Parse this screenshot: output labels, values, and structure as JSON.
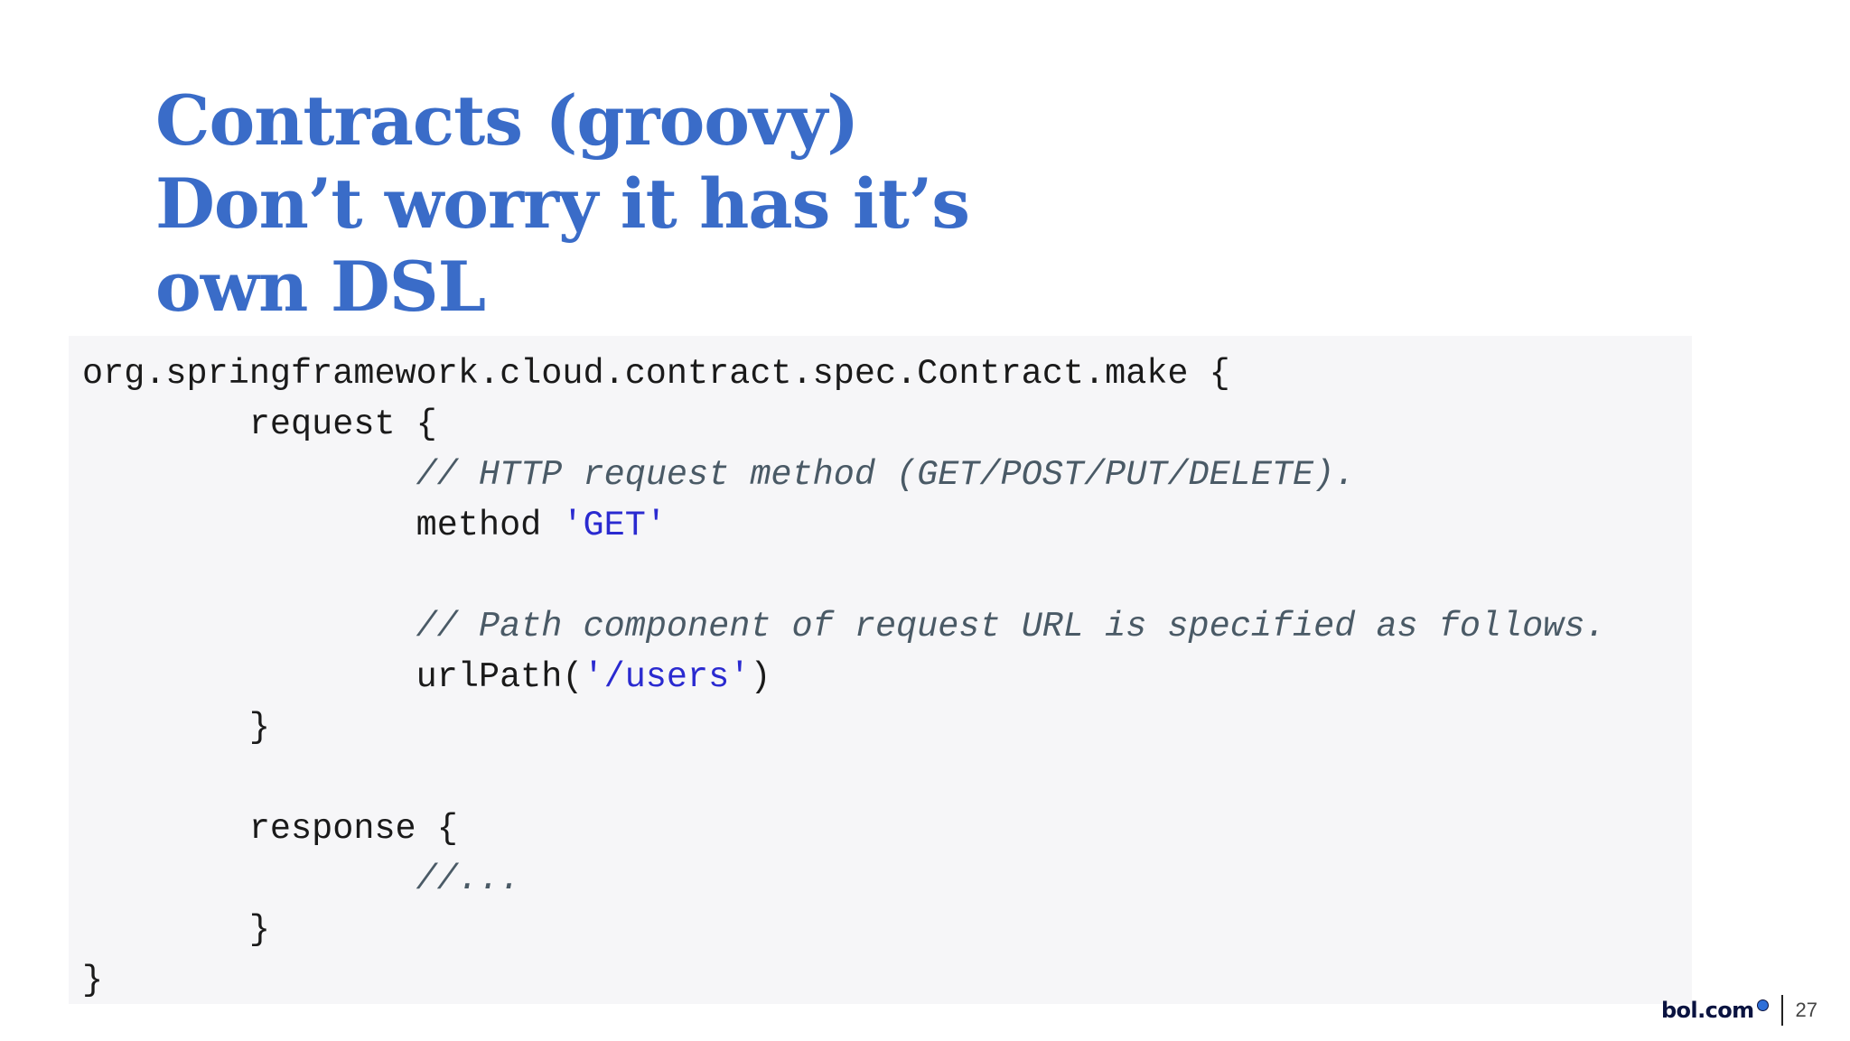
{
  "slide": {
    "title_lines": [
      "Contracts (groovy)",
      "Don’t worry it has it’s",
      "own DSL"
    ],
    "code_lines": [
      [
        {
          "t": "org.springframework.cloud.contract.spec.Contract.make {",
          "k": "plain"
        }
      ],
      [
        {
          "t": "        request {",
          "k": "plain"
        }
      ],
      [
        {
          "t": "                ",
          "k": "plain"
        },
        {
          "t": "// HTTP request method (GET/POST/PUT/DELETE).",
          "k": "comment"
        }
      ],
      [
        {
          "t": "                method ",
          "k": "plain"
        },
        {
          "t": "'GET'",
          "k": "string"
        }
      ],
      [
        {
          "t": "",
          "k": "plain"
        }
      ],
      [
        {
          "t": "                ",
          "k": "plain"
        },
        {
          "t": "// Path component of request URL is specified as follows.",
          "k": "comment"
        }
      ],
      [
        {
          "t": "                urlPath(",
          "k": "plain"
        },
        {
          "t": "'/users'",
          "k": "string"
        },
        {
          "t": ")",
          "k": "plain"
        }
      ],
      [
        {
          "t": "        }",
          "k": "plain"
        }
      ],
      [
        {
          "t": "",
          "k": "plain"
        }
      ],
      [
        {
          "t": "        response {",
          "k": "plain"
        }
      ],
      [
        {
          "t": "                ",
          "k": "plain"
        },
        {
          "t": "//...",
          "k": "comment"
        }
      ],
      [
        {
          "t": "        }",
          "k": "plain"
        }
      ],
      [
        {
          "t": "}",
          "k": "plain"
        }
      ]
    ]
  },
  "footer": {
    "logo_text": "bol.com",
    "page_number": "27"
  },
  "colors": {
    "title": "#3a6cc8",
    "code_background": "#f6f6f8",
    "code_comment": "#4a5a66",
    "code_string": "#2a2ad0",
    "logo_badge": "#2e6fd8"
  }
}
